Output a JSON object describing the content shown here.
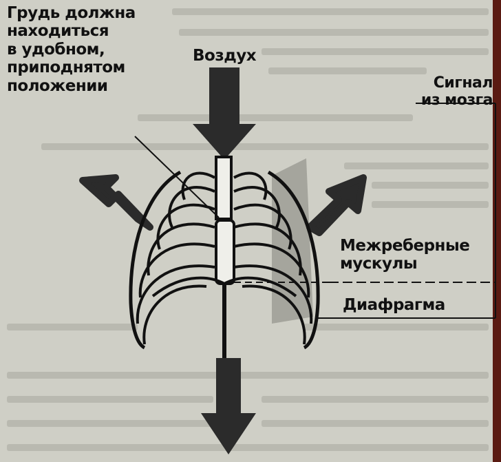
{
  "labels": {
    "chest_note": [
      "Грудь должна",
      "находиться",
      "в удобном,",
      "приподнятом",
      "положении"
    ],
    "air": "Воздух",
    "brain_signal": [
      "Сигнал",
      "из мозга"
    ],
    "intercostal": [
      "Межреберные",
      "мускулы"
    ],
    "diaphragm": "Диафрагма"
  },
  "colors": {
    "paper": "#cfcfc6",
    "ink": "#111111",
    "arrow": "#2b2b2b",
    "shade": "#9a9a92",
    "edge": "#5a1a12"
  }
}
